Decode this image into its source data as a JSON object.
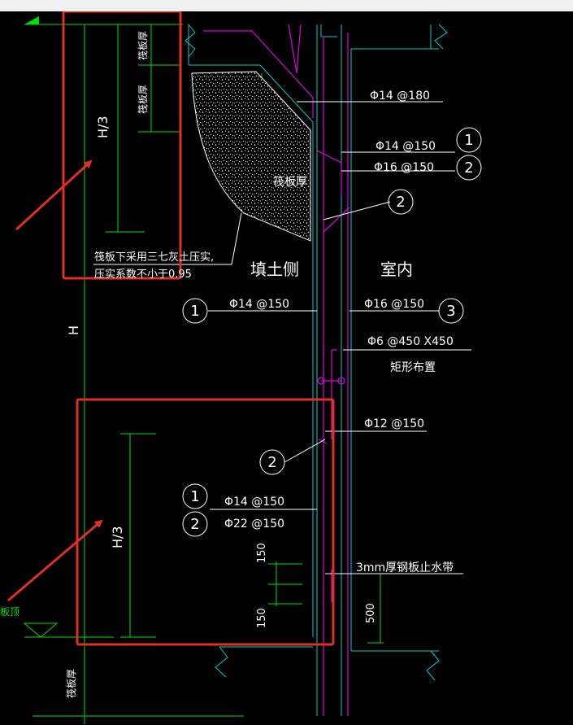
{
  "colors": {
    "background": "#000000",
    "dimension": "#00e000",
    "outline": "#00cccc",
    "rebar": "#e000e0",
    "text": "#ffffff",
    "highlight": "#e03020"
  },
  "labels": {
    "raft_thickness": "筏板厚",
    "h_third": "H/3",
    "h_full": "H",
    "fill_side": "填土侧",
    "indoor": "室内",
    "note_line1": "筏板下采用三七灰土压实,",
    "note_line2": "压实系数不小于0.95",
    "stirrup_layout": "矩形布置",
    "waterstop": "3mm厚钢板止水带",
    "dim_150": "150",
    "dim_500": "500",
    "slab_top": "板顶"
  },
  "rebar": {
    "r1": "Φ14 @180",
    "r2": "Φ14 @150",
    "r3": "Φ16 @150",
    "r4": "Φ14 @150",
    "r5": "Φ16 @150",
    "r6": "Φ6 @450 X450",
    "r7": "Φ12 @150",
    "r8": "Φ14 @150",
    "r9": "Φ22 @150"
  },
  "tags": {
    "t1": "1",
    "t2": "2",
    "t3": "2",
    "t4": "1",
    "t5": "3",
    "t6": "2",
    "t7": "1",
    "t8": "2"
  }
}
